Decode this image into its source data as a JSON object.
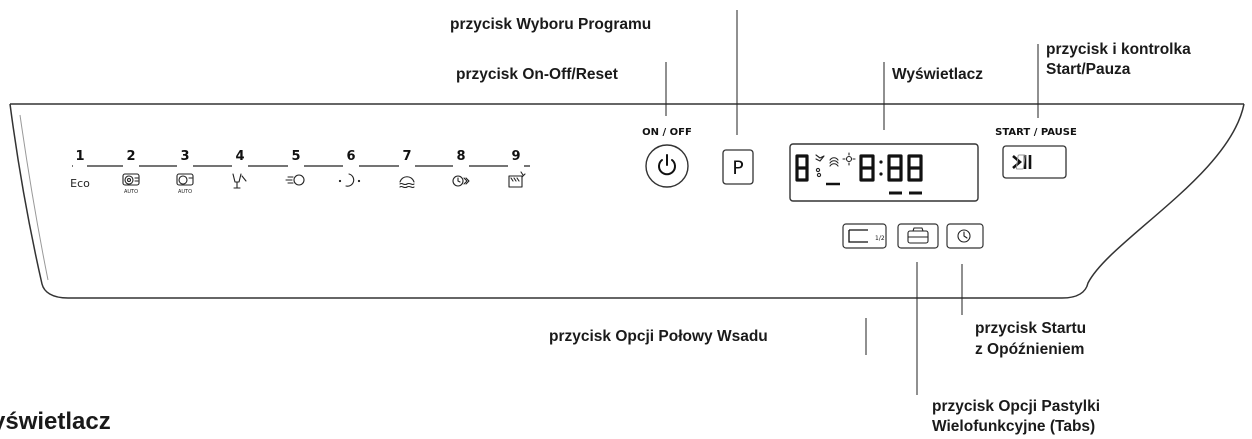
{
  "callouts": {
    "program": "przycisk Wyboru Programu",
    "onoff": "przycisk On-Off/Reset",
    "display": "Wyświetlacz",
    "start_line1": "przycisk i kontrolka",
    "start_line2": "Start/Pauza",
    "half_load": "przycisk Opcji Połowy Wsadu",
    "delay_line1": "przycisk Startu",
    "delay_line2": "z Opóźnieniem",
    "tabs_line1": "przycisk Opcji Pastylki",
    "tabs_line2": "Wielofunkcyjne (Tabs)"
  },
  "panel": {
    "onoff_label": "ON / OFF",
    "program_key": "P",
    "start_label": "START / PAUSE",
    "display_digit_left": "8",
    "display_time": "8:88",
    "programs": [
      {
        "number": "1",
        "caption": "Eco",
        "icon": "eco-text"
      },
      {
        "number": "2",
        "caption": "AUTO",
        "icon": "auto-intensive-icon"
      },
      {
        "number": "3",
        "caption": "AUTO",
        "icon": "auto-normal-icon"
      },
      {
        "number": "4",
        "caption": "",
        "icon": "glass-icon"
      },
      {
        "number": "5",
        "caption": "",
        "icon": "quick-wash-icon"
      },
      {
        "number": "6",
        "caption": "",
        "icon": "night-icon"
      },
      {
        "number": "7",
        "caption": "",
        "icon": "prewash-icon"
      },
      {
        "number": "8",
        "caption": "",
        "icon": "fast-icon"
      },
      {
        "number": "9",
        "caption": "",
        "icon": "hygiene-icon"
      }
    ],
    "option_buttons": [
      "half-load-icon",
      "tabs-icon",
      "delay-icon"
    ]
  },
  "heading": "yświetlacz"
}
